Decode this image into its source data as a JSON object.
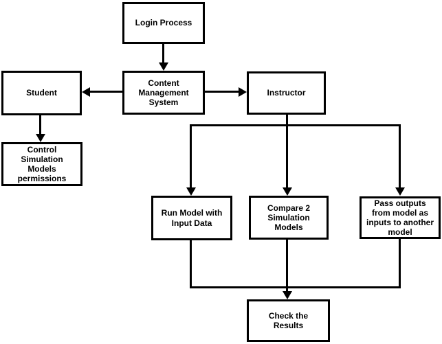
{
  "diagram": {
    "type": "flowchart",
    "colors": {
      "background": "#ffffff",
      "box_fill": "#ffffff",
      "box_border": "#000000",
      "line": "#000000",
      "text": "#000000"
    },
    "nodes": {
      "login": {
        "label": "Login Process"
      },
      "cms": {
        "label": "Content\nManagement\nSystem"
      },
      "student": {
        "label": "Student"
      },
      "instructor": {
        "label": "Instructor"
      },
      "permissions": {
        "label": "Control\nSimulation\nModels\npermissions"
      },
      "run_model": {
        "label": "Run Model with\nInput Data"
      },
      "compare_models": {
        "label": "Compare 2\nSimulation\nModels"
      },
      "pass_outputs": {
        "label": "Pass outputs\nfrom model as\ninputs to another\nmodel"
      },
      "check_results": {
        "label": "Check the\nResults"
      }
    },
    "edges": [
      {
        "from": "login",
        "to": "cms",
        "arrow": "down"
      },
      {
        "from": "cms",
        "to": "student",
        "arrow": "left"
      },
      {
        "from": "cms",
        "to": "instructor",
        "arrow": "right"
      },
      {
        "from": "student",
        "to": "permissions",
        "arrow": "down"
      },
      {
        "from": "instructor",
        "to": "run_model",
        "arrow": "down"
      },
      {
        "from": "instructor",
        "to": "compare_models",
        "arrow": "down"
      },
      {
        "from": "instructor",
        "to": "pass_outputs",
        "arrow": "down"
      },
      {
        "from": "run_model",
        "to": "check_results",
        "arrow": "down"
      },
      {
        "from": "compare_models",
        "to": "check_results",
        "arrow": "down"
      },
      {
        "from": "pass_outputs",
        "to": "check_results",
        "arrow": "down"
      }
    ]
  }
}
